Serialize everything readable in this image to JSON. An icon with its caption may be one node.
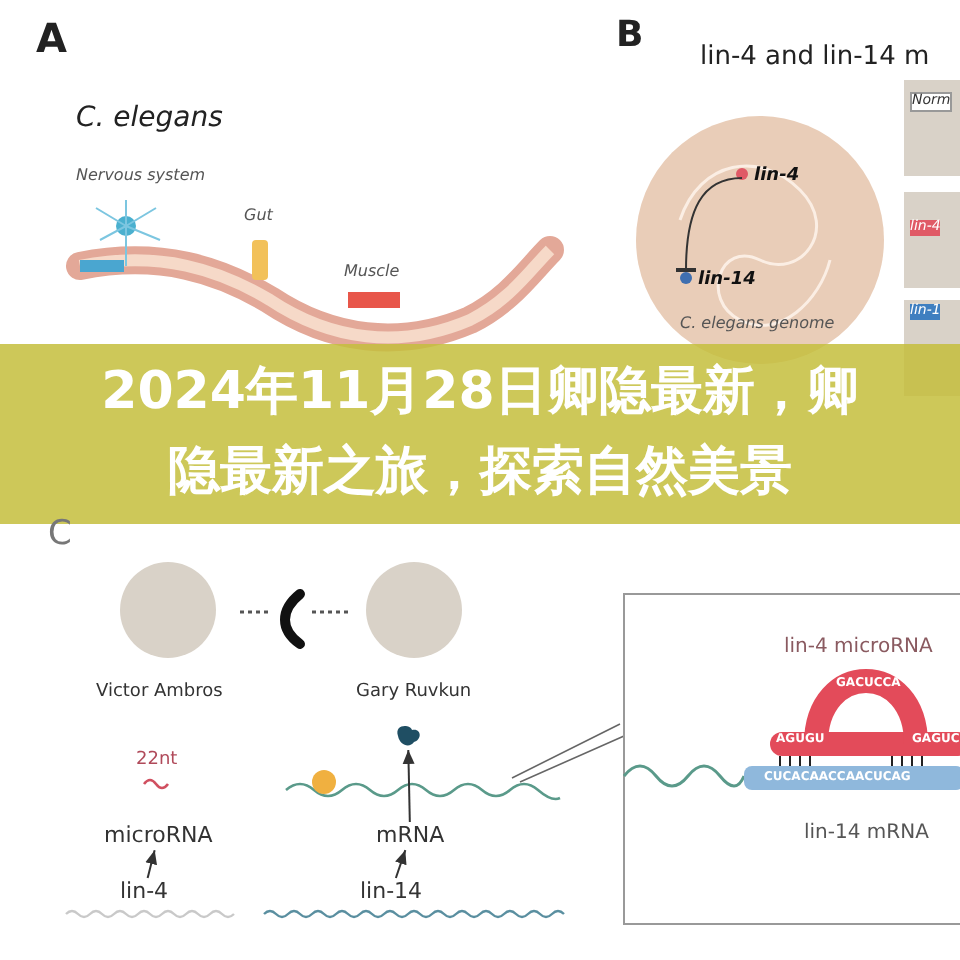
{
  "diagram": {
    "title": "2024年11月28日卿隐最新，卿隐最新之旅，探索自然美景",
    "nodes": [
      {
        "text": [
          "lin-4"
        ]
      },
      {
        "text": [
          "lin-14"
        ]
      },
      {
        "text": [
          "lin-4"
        ]
      },
      {
        "text": [
          "microRNA"
        ],
        "beside": [
          "22nt"
        ]
      },
      {
        "text": [
          "lin-14"
        ]
      },
      {
        "text": [
          "mRNA"
        ]
      },
      {
        "text": [],
        "shape": "picture"
      }
    ],
    "edges": [
      {
        "from": 0,
        "to": 1,
        "arrow": "other"
      },
      {
        "from": 2,
        "to": 3,
        "arrow": "to"
      },
      {
        "from": 4,
        "to": 5,
        "arrow": "to"
      },
      {
        "from": 5,
        "to": 6,
        "arrow": "to"
      }
    ],
    "labels": [
      "A",
      "C. elegans",
      "Nervous system",
      "Gut",
      "Muscle",
      "B",
      "lin-4 and lin-14 m",
      "Norm",
      "lin-4",
      "lin-1",
      "C. elegans genome",
      "C",
      "Victor Ambros",
      "Gary Ruvkun",
      "lin-4 microRNA",
      "AGUGU",
      "GACUCCA",
      "GAGUC",
      "CUCACAACCAACUCAG",
      "lin-14 mRNA"
    ]
  }
}
